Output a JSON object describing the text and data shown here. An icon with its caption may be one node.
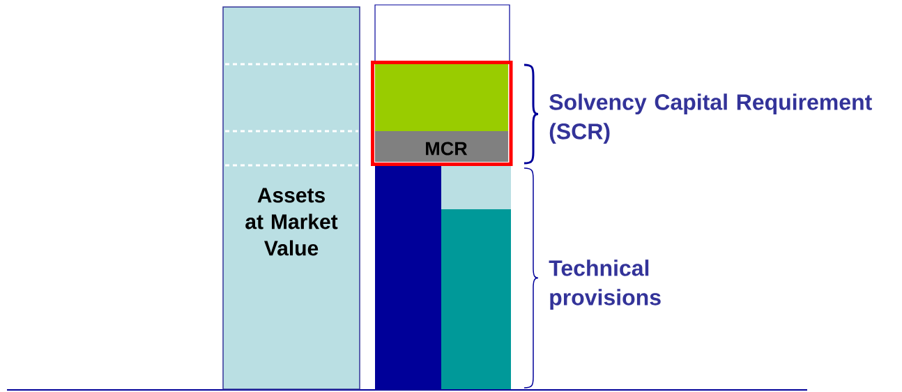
{
  "diagram": {
    "nodes": [
      {
        "text": [
          "Assets at Market Value"
        ]
      },
      {
        "text": [],
        "shape": "box"
      },
      {
        "text": [],
        "shape": "box"
      },
      {
        "text": [],
        "shape": "box",
        "in": 2
      },
      {
        "text": [
          "MCR"
        ],
        "in": 2
      },
      {
        "text": [],
        "shape": "box"
      },
      {
        "text": [],
        "shape": "box"
      },
      {
        "text": [],
        "shape": "box"
      }
    ],
    "labels": [
      "Solvency Capital Requirement (SCR)",
      "Technical provisions"
    ]
  }
}
